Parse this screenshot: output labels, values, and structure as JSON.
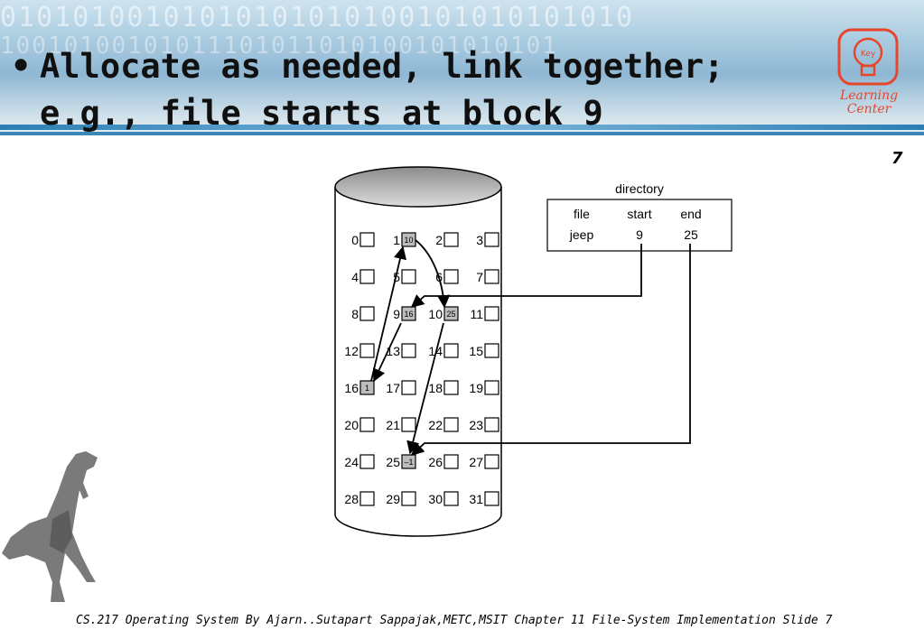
{
  "slide": {
    "title_line1": "Allocate as needed, link together;",
    "title_line2": "e.g., file starts at block 9",
    "bullet": "•",
    "slide_number": "7",
    "footer": "CS.217 Operating System By  Ajarn..Sutapart Sappajak,METC,MSIT Chapter 11 File-System Implementation Slide  7"
  },
  "logo": {
    "line1": "Learning",
    "line2": "Center",
    "bulb_text": "Key"
  },
  "header": {
    "binary_row1": "01010100101010101010100101010101010",
    "binary_row2": "10010100101011101011010100101010101"
  },
  "directory": {
    "title": "directory",
    "headers": [
      "file",
      "start",
      "end"
    ],
    "row": [
      "jeep",
      "9",
      "25"
    ]
  },
  "disk": {
    "blocks": [
      "0",
      "1",
      "2",
      "3",
      "4",
      "5",
      "6",
      "7",
      "8",
      "9",
      "10",
      "11",
      "12",
      "13",
      "14",
      "15",
      "16",
      "17",
      "18",
      "19",
      "20",
      "21",
      "22",
      "23",
      "24",
      "25",
      "26",
      "27",
      "28",
      "29",
      "30",
      "31"
    ],
    "pointers": {
      "1": "10",
      "9": "16",
      "10": "25",
      "16": "1",
      "25": "–1"
    },
    "chain": [
      "9",
      "16",
      "1",
      "10",
      "25"
    ]
  },
  "colors": {
    "used_block": "#bdbdbd",
    "accent_blue": "#2b7fb4",
    "logo": "#e8462c"
  }
}
